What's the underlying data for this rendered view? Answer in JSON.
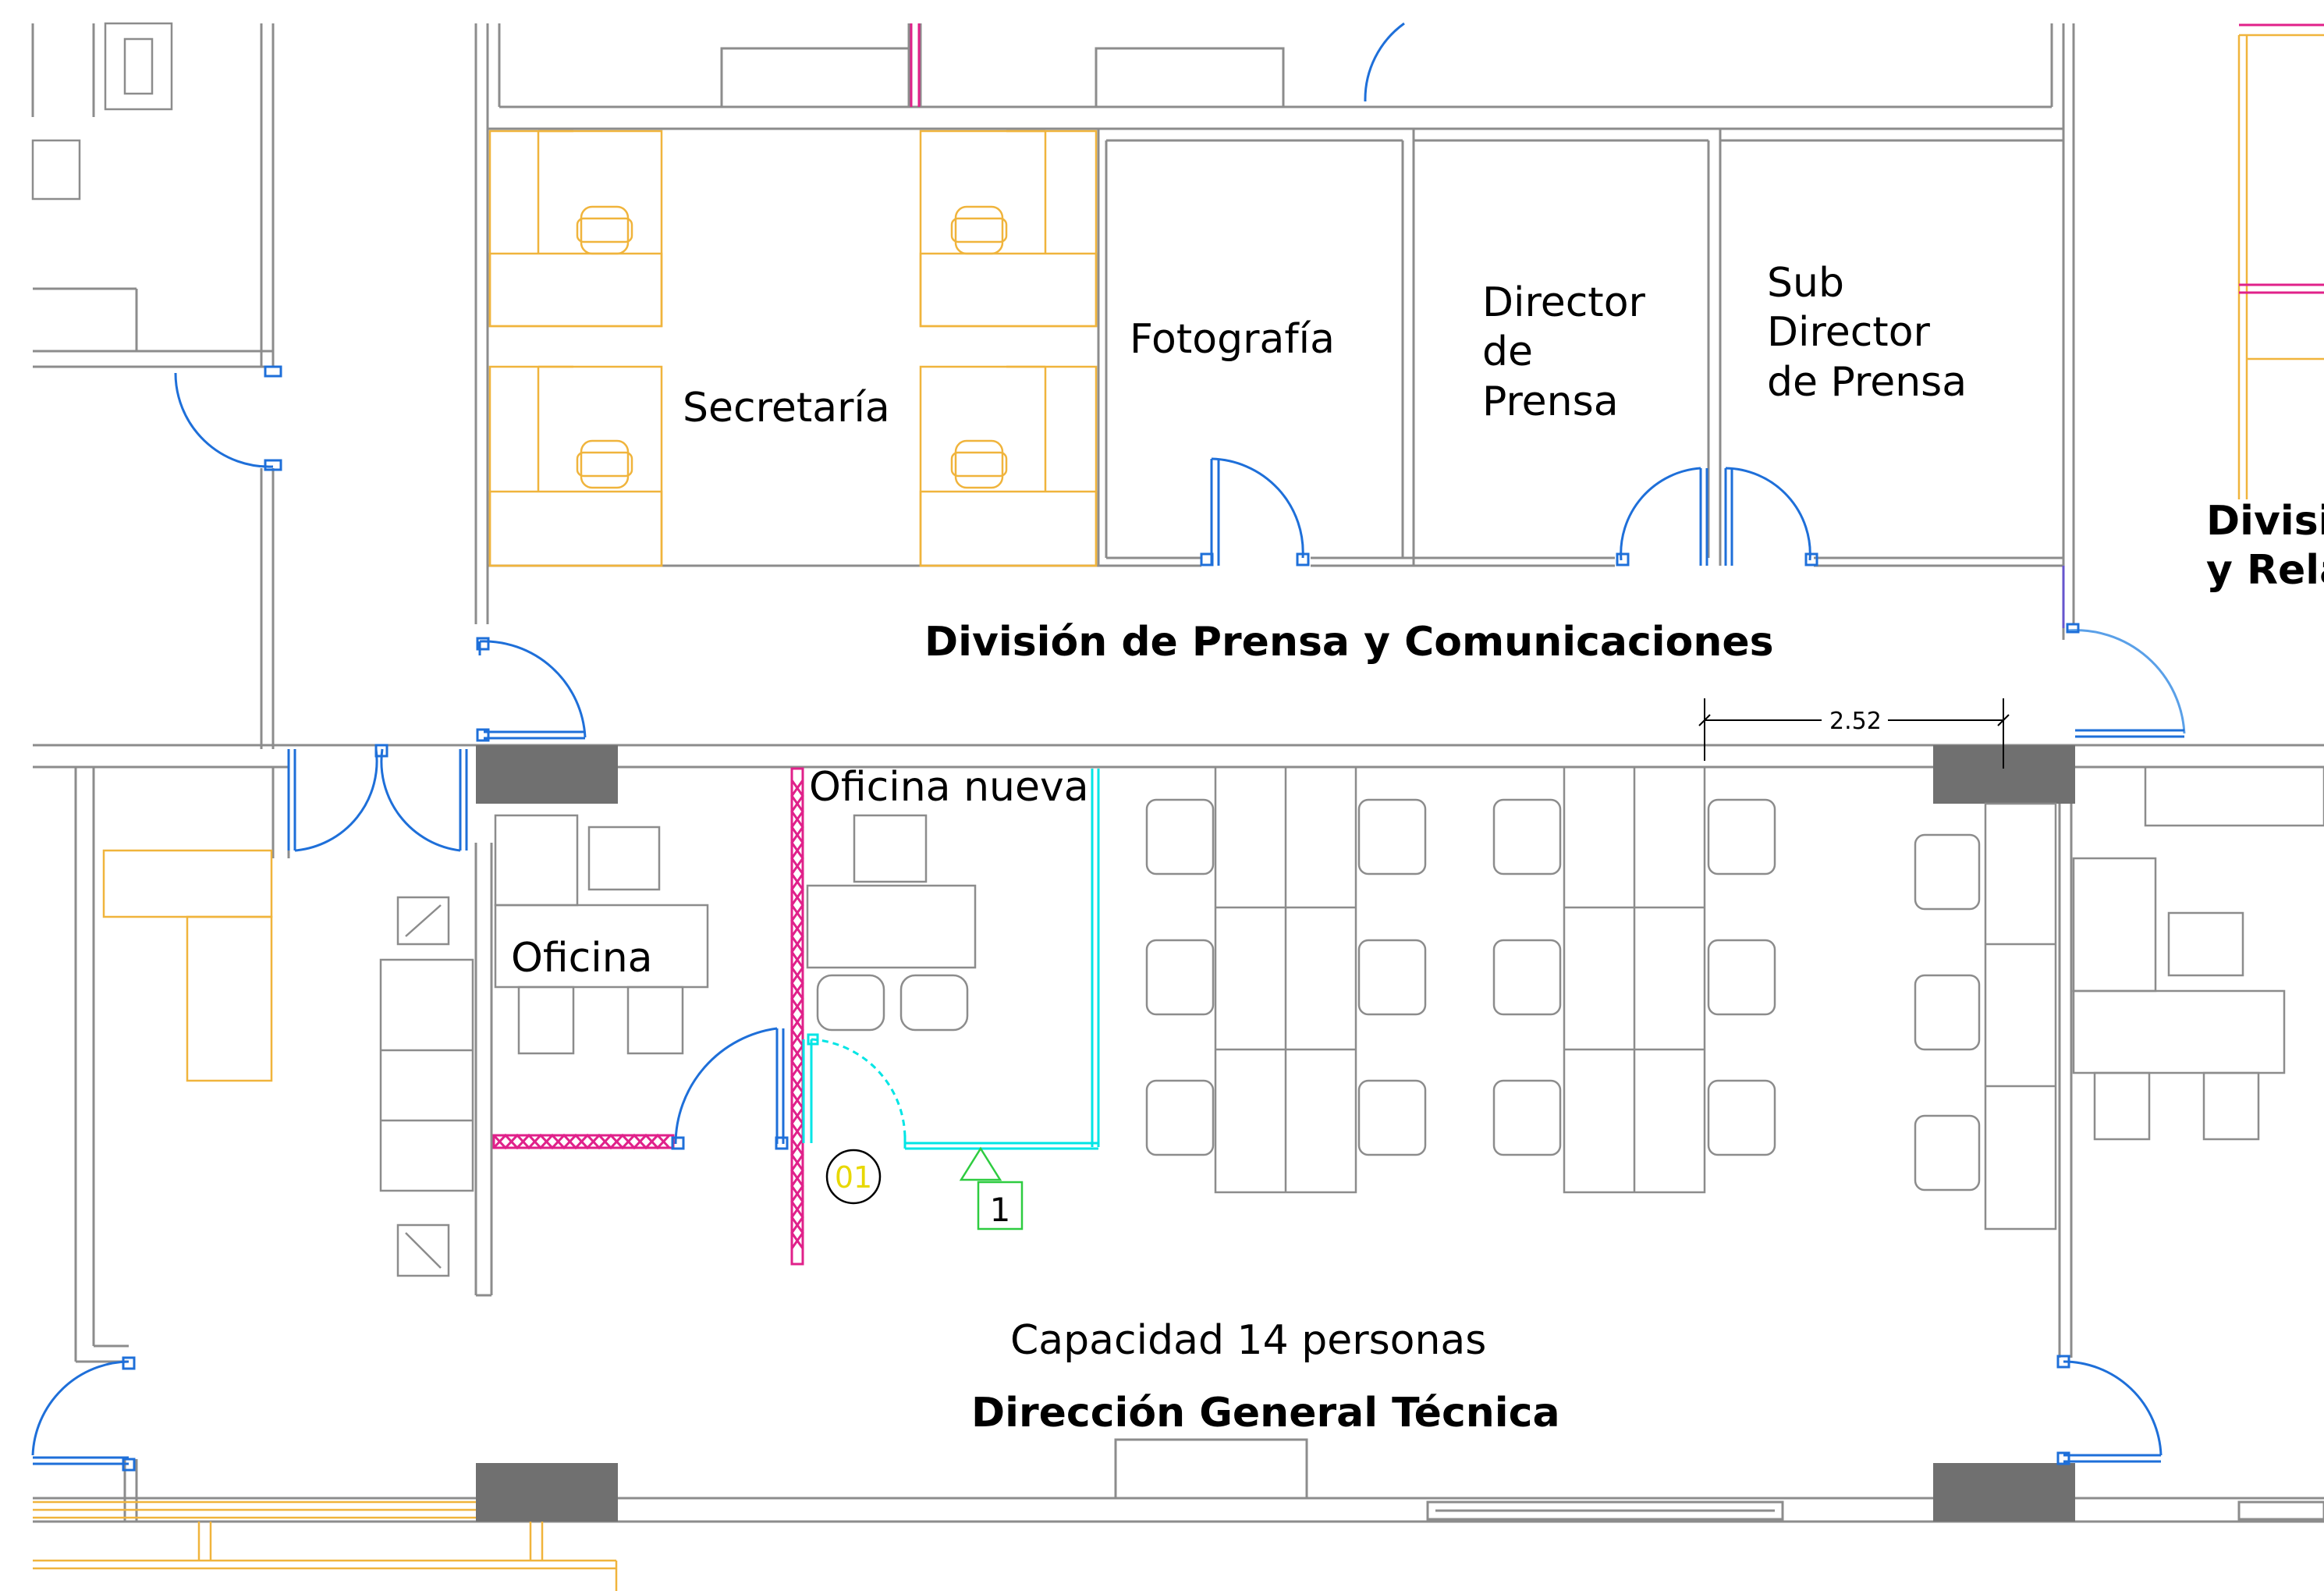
{
  "rooms": {
    "secretaria": "Secretaría",
    "fotografia": "Fotografía",
    "director": [
      "Director",
      "de",
      "Prensa"
    ],
    "sub_director": [
      "Sub",
      "Director",
      "de Prensa"
    ],
    "oficina": "Oficina",
    "oficina_nueva": "Oficina nueva"
  },
  "areas": {
    "prensa": "División de Prensa y Comunicaciones",
    "division_partial": [
      "Divisi",
      "y Rela"
    ],
    "capacity": "Capacidad 14 personas",
    "direccion": "Dirección General Técnica"
  },
  "dimension": "2.52",
  "markers": {
    "circle": "01",
    "triangle": "1"
  },
  "colors": {
    "wall": "#8c8c8c",
    "furniture_orange": "#f0b43c",
    "door_blue": "#1e6fd9",
    "cyan": "#00e5e5",
    "magenta": "#e0218a",
    "green": "#2ecc40",
    "column": "#707070",
    "marker_yellow": "#e8d800"
  }
}
